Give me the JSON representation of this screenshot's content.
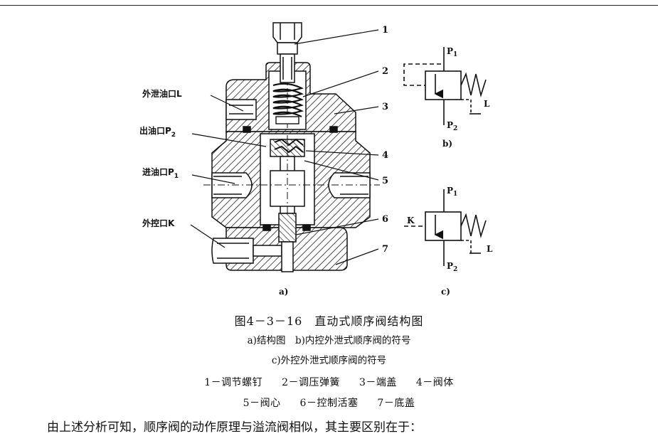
{
  "callouts": {
    "n1": "1",
    "n2": "2",
    "n3": "3",
    "n4": "4",
    "n5": "5",
    "n6": "6",
    "n7": "7",
    "drain_port": "外泄油口L",
    "outlet_port_text": "出油口P",
    "outlet_port_sub": "2",
    "inlet_port_text": "进油口P",
    "inlet_port_sub": "1",
    "control_port": "外控口K"
  },
  "symbol_b": {
    "p1": "P",
    "p1_sub": "1",
    "p2": "P",
    "p2_sub": "2",
    "l": "L",
    "label": "b)"
  },
  "symbol_c": {
    "p1": "P",
    "p1_sub": "1",
    "p2": "P",
    "p2_sub": "2",
    "l": "L",
    "k": "K",
    "label": "c)"
  },
  "sub_a_label": "a)",
  "caption": {
    "title": "图4－3－16　直动式顺序阀结构图",
    "line_a_b": "a)结构图　b)内控外泄式顺序阀的符号",
    "line_c": "c)外控外泄式顺序阀的符号",
    "parts": [
      "1－调节螺钉",
      "2－调压弹簧",
      "3－端盖",
      "4－阀体",
      "5－阀心",
      "6－控制活塞",
      "7－底盖"
    ]
  },
  "body_text": "由上述分析可知，顺序阀的动作原理与溢流阀相似，其主要区别在于："
}
